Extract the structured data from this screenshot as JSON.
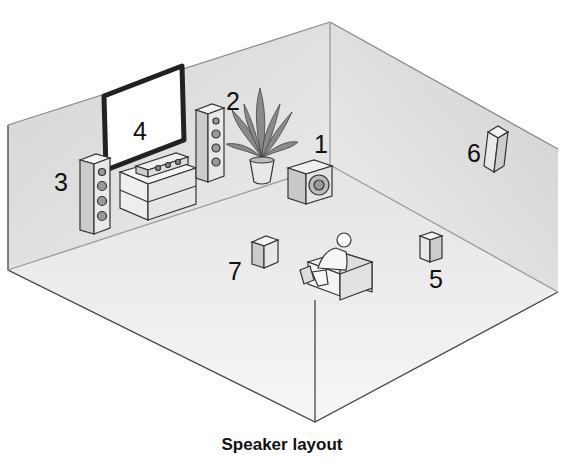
{
  "diagram": {
    "caption": "Speaker layout",
    "labels": [
      "1",
      "2",
      "3",
      "4",
      "5",
      "6",
      "7"
    ]
  }
}
